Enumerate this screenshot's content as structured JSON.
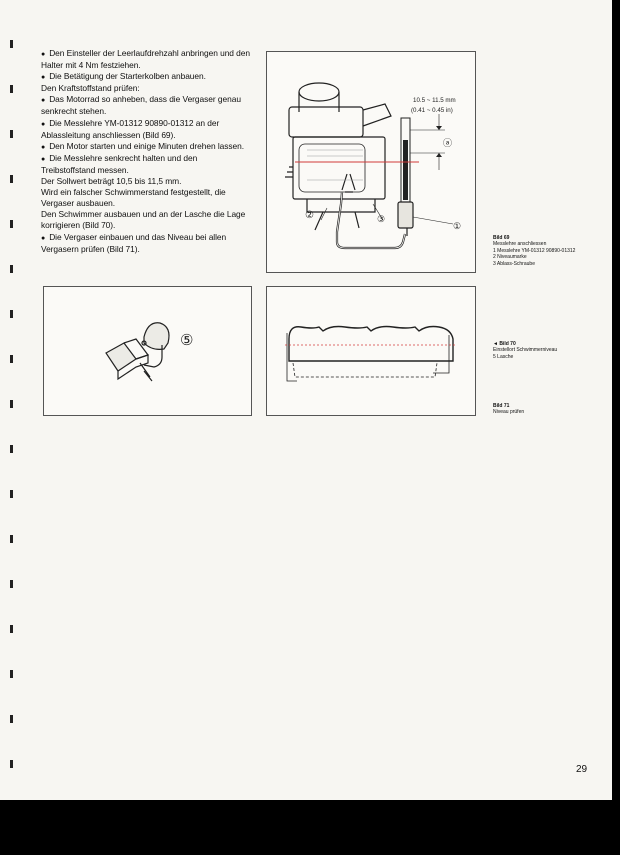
{
  "steps": [
    {
      "bullet": true,
      "text": "Den Einsteller der Leerlaufdrehzahl anbringen und den Halter mit 4 Nm festziehen."
    },
    {
      "bullet": true,
      "text": "Die Betätigung der Starterkolben anbauen."
    },
    {
      "bullet": false,
      "text": "Den Kraftstoffstand prüfen:"
    },
    {
      "bullet": true,
      "text": "Das Motorrad so anheben, dass die Vergaser genau senkrecht stehen."
    },
    {
      "bullet": true,
      "text": "Die Messlehre YM-01312 90890-01312 an der Ablassleitung anschliessen (Bild 69)."
    },
    {
      "bullet": true,
      "text": "Den Motor starten und einige Minuten drehen lassen."
    },
    {
      "bullet": true,
      "text": "Die Messlehre senkrecht halten und den Treibstoffstand messen."
    },
    {
      "bullet": false,
      "text": "Der Sollwert beträgt 10,5 bis 11,5 mm."
    },
    {
      "bullet": false,
      "text": "Wird ein falscher Schwimmerstand festgestellt, die Vergaser ausbauen."
    },
    {
      "bullet": false,
      "text": "Den Schwimmer ausbauen und an der Lasche die Lage korrigieren (Bild 70)."
    },
    {
      "bullet": true,
      "text": "Die Vergaser einbauen und das Niveau bei allen Vergasern prüfen (Bild 71)."
    }
  ],
  "fig69": {
    "dim_mm": "10.5 ~ 11.5 mm",
    "dim_in": "(0.41 ~ 0.45 in)",
    "callout_a": "ⓐ",
    "callout_1": "①",
    "callout_2": "②",
    "callout_3": "③"
  },
  "fig70": {
    "callout_5": "⑤"
  },
  "captions": {
    "bild69": {
      "title": "Bild 69",
      "sub": "Messlehre anschliessen",
      "items": [
        "1  Messlehre YM-01312 90890-01312",
        "2  Niveaumarke",
        "3  Ablass-Schraube"
      ]
    },
    "bild70": {
      "arrow": "◄",
      "title": "Bild 70",
      "sub": "Einstellort Schwimmerniveau",
      "items": [
        "5  Lasche"
      ]
    },
    "bild71": {
      "title": "Bild 71",
      "sub": "Niveau prüfen"
    }
  },
  "page_number": "29"
}
